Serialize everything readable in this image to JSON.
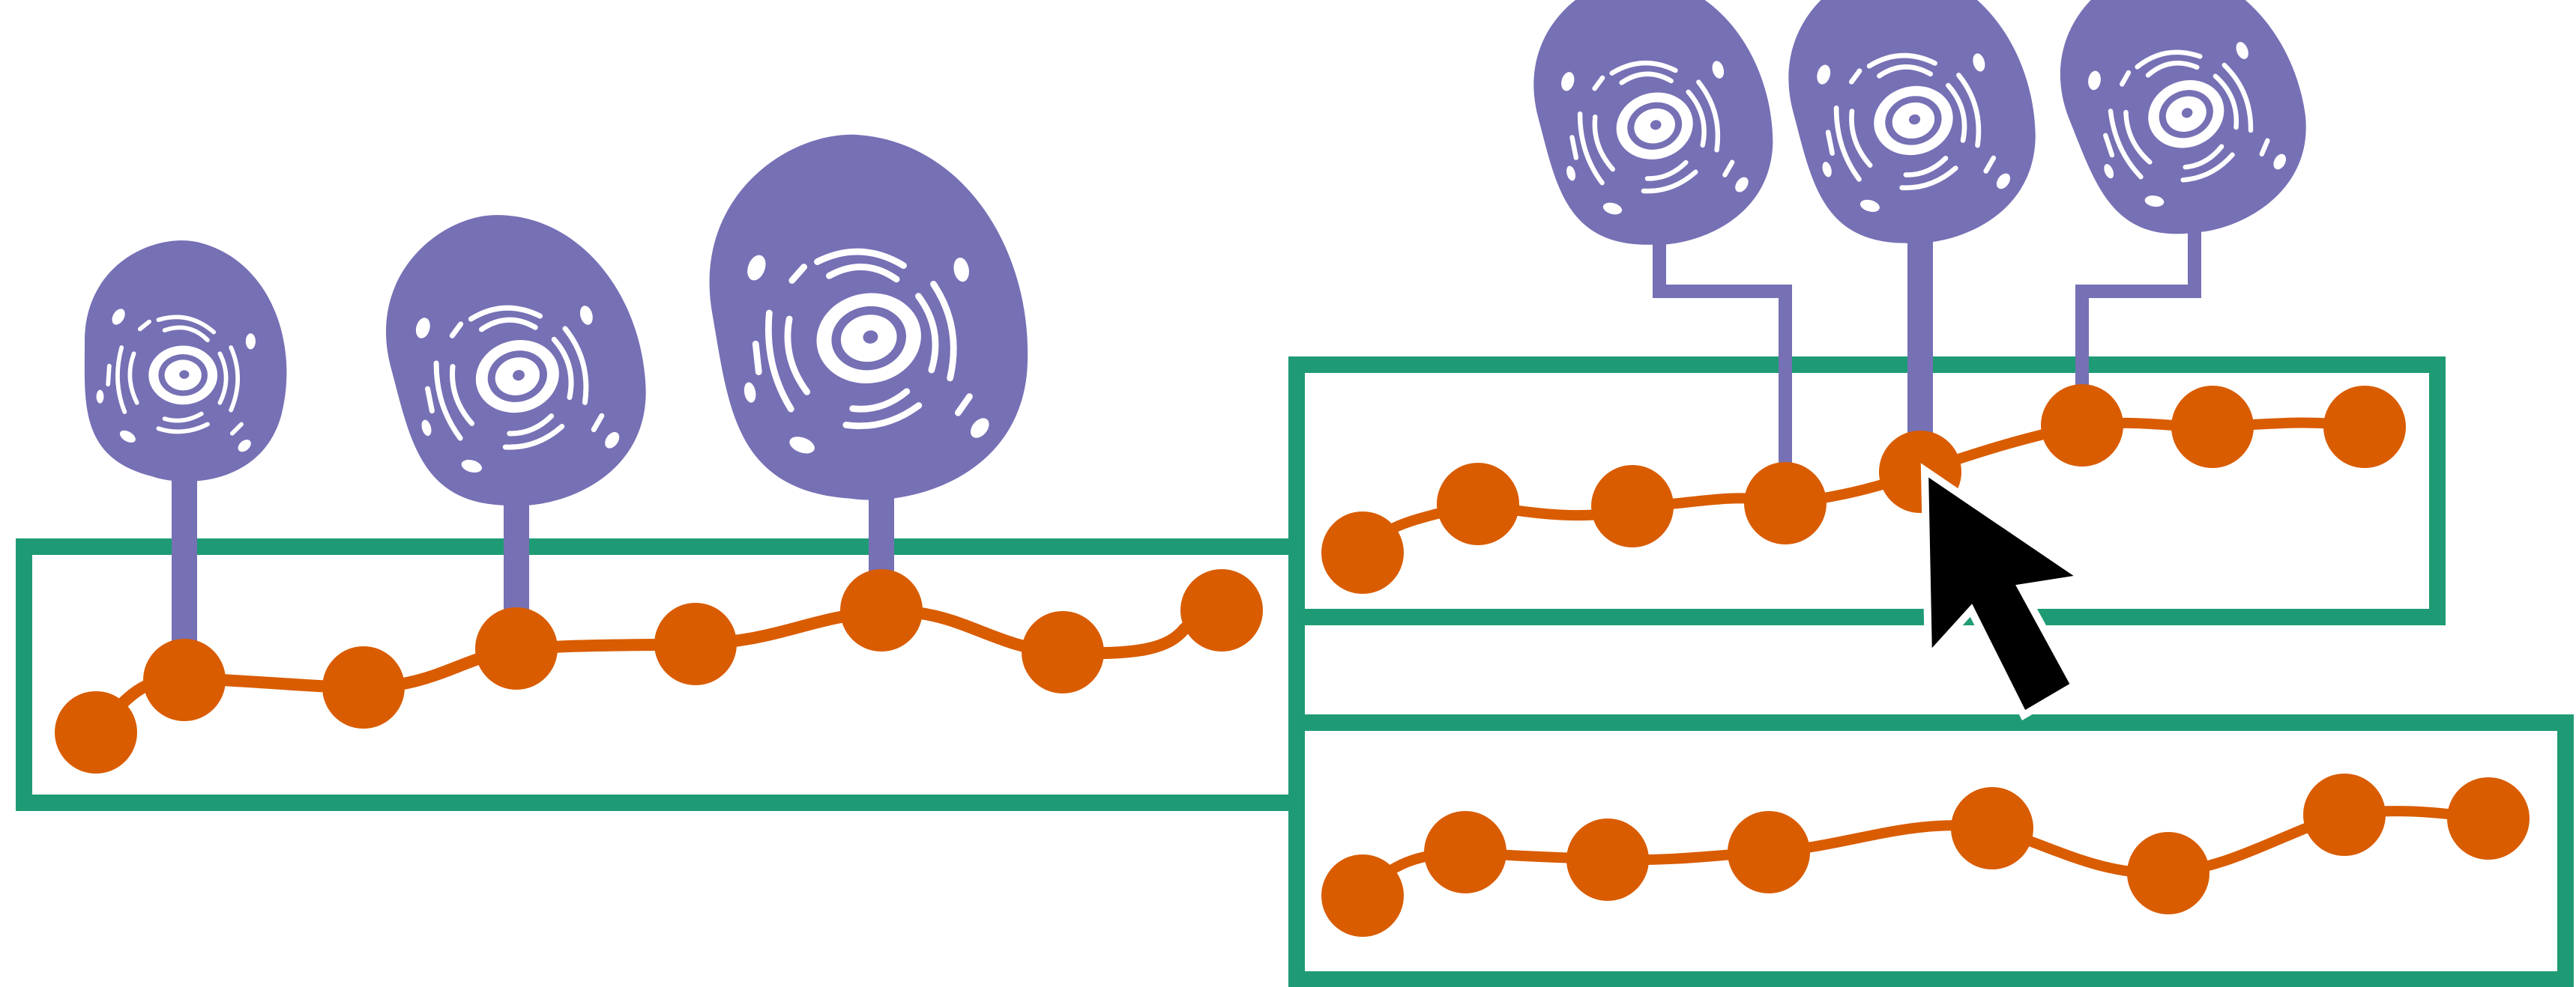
{
  "colors": {
    "background": "#ffffff",
    "frame": "#1e9b74",
    "chain": "#d95c00",
    "cell": "#7670b5",
    "organelle": "#ffffff",
    "cursor": "#000000"
  },
  "icons": {
    "cell": "cell-icon",
    "cursor": "mouse-pointer-icon"
  },
  "panels": [
    {
      "name": "left-panel",
      "beads": 8,
      "attached_cells": 3
    },
    {
      "name": "upper-right-panel",
      "beads": 8,
      "attached_cells": 3
    },
    {
      "name": "lower-right-panel",
      "beads": 8,
      "attached_cells": 0
    }
  ]
}
